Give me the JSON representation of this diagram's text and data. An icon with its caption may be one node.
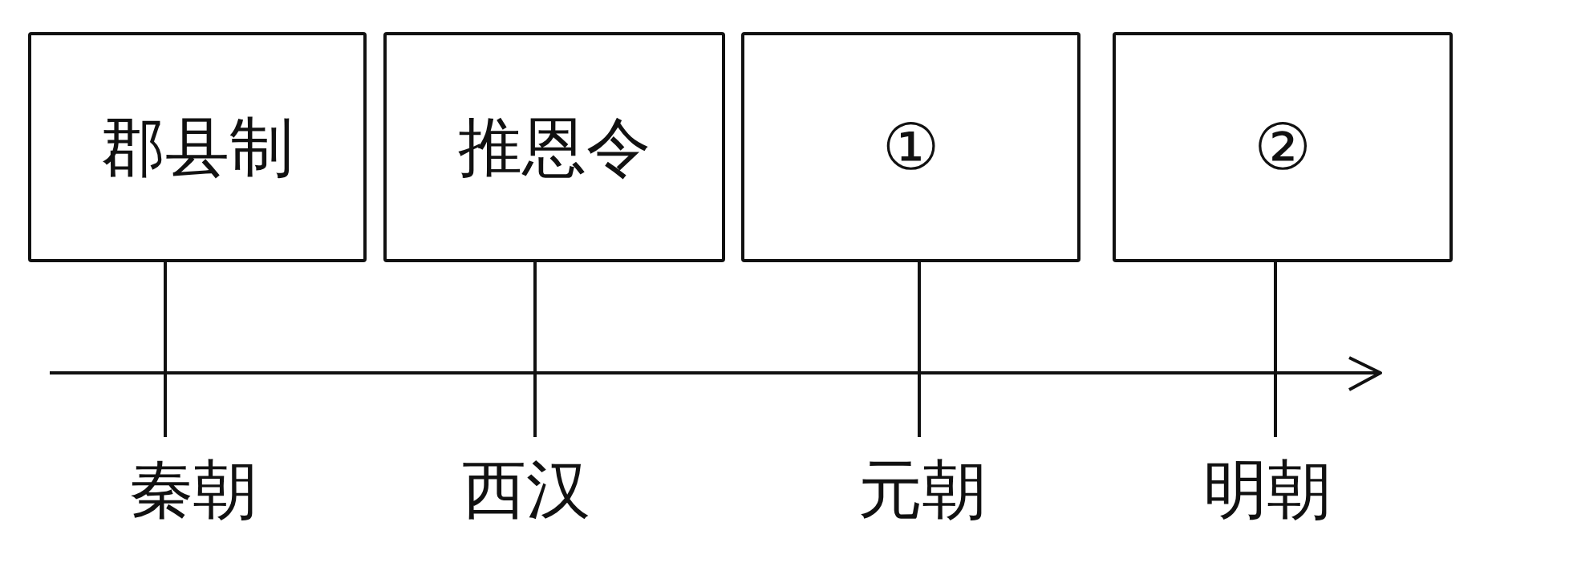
{
  "diagram": {
    "nodes": [
      {
        "text": [
          "郡县制"
        ]
      },
      {
        "text": [
          "推恩令"
        ]
      },
      {
        "text": [
          "①"
        ]
      },
      {
        "text": [
          "②"
        ]
      },
      {
        "text": [
          "秦朝"
        ]
      },
      {
        "text": [
          "西汉"
        ]
      },
      {
        "text": [
          "元朝"
        ]
      },
      {
        "text": [
          "明朝"
        ]
      }
    ],
    "edges": [
      {
        "from": 0,
        "to": 4,
        "arrow": "none"
      },
      {
        "from": 1,
        "to": 5,
        "arrow": "none"
      },
      {
        "from": 2,
        "to": 6,
        "arrow": "none"
      },
      {
        "from": 3,
        "to": 7,
        "arrow": "none"
      }
    ]
  }
}
